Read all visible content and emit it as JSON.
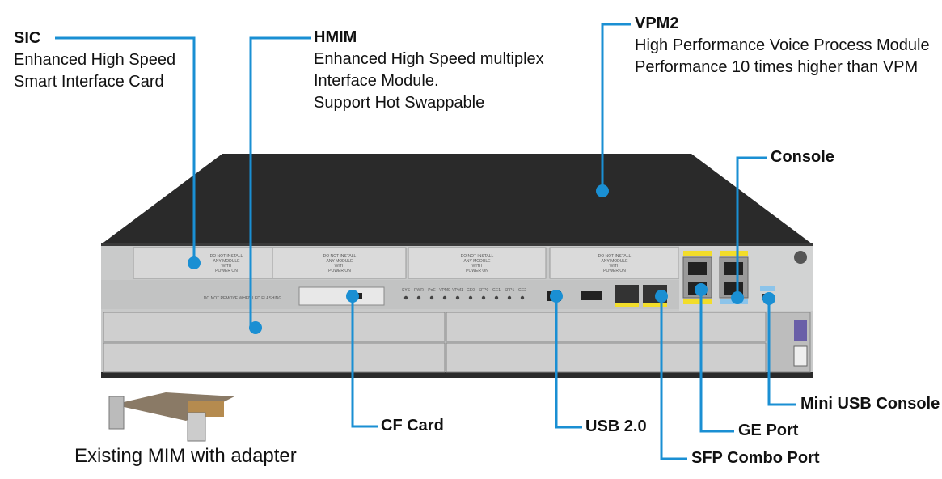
{
  "callouts": {
    "sic": {
      "title": "SIC",
      "lines": [
        "Enhanced High Speed",
        "Smart Interface Card"
      ]
    },
    "hmim": {
      "title": "HMIM",
      "lines": [
        "Enhanced High Speed multiplex",
        "Interface Module.",
        "Support Hot Swappable"
      ]
    },
    "vpm2": {
      "title": "VPM2",
      "lines": [
        "High Performance Voice Process Module",
        "Performance 10 times higher than VPM"
      ]
    },
    "console": {
      "title": "Console"
    },
    "mini_usb": {
      "title": "Mini USB Console"
    },
    "ge_port": {
      "title": "GE Port"
    },
    "sfp": {
      "title": "SFP Combo Port"
    },
    "usb": {
      "title": "USB 2.0"
    },
    "cf": {
      "title": "CF Card"
    }
  },
  "mim_caption": "Existing MIM  with adapter",
  "panel_text": {
    "module_warning": [
      "DO NOT INSTALL",
      "ANY MODULE",
      "WITH",
      "POWER ON"
    ],
    "cf_warning": "DO NOT REMOVE WHEN LED FLASHING",
    "leds": [
      "SYS",
      "PWR",
      "PoE",
      "VPM0",
      "VPM1",
      "GE0",
      "SFP0",
      "GE1",
      "SFP1",
      "GE2"
    ]
  },
  "colors": {
    "callout": "#1a8fd3",
    "chassis_top": "#2a2a2a",
    "panel": "#cfd0d0",
    "port_label": "#f2dd2a"
  }
}
